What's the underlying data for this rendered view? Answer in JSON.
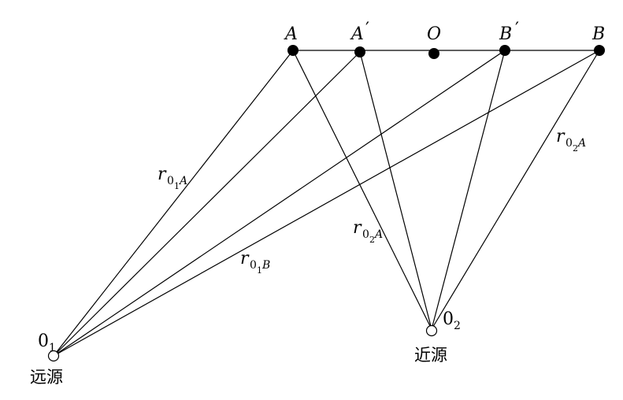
{
  "points": {
    "A": "A",
    "A_prime": "A",
    "O": "O",
    "B_prime": "B",
    "B": "B",
    "prime_mark": "′"
  },
  "sources": {
    "far_base": "0",
    "far_sub": "1",
    "far_name": "远源",
    "near_base": "0",
    "near_sub": "2",
    "near_name": "近源"
  },
  "distances": {
    "r": "r",
    "zero": "0",
    "one": "1",
    "two": "2",
    "A": "A",
    "B": "B"
  }
}
